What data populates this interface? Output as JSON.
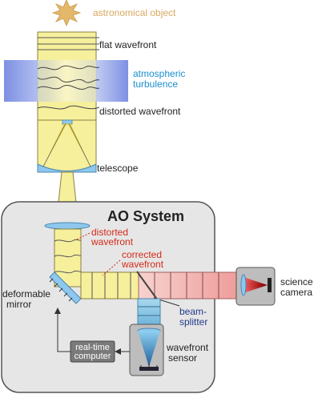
{
  "labels": {
    "astronomical_object": "astronomical object",
    "flat_wavefront": "flat wavefront",
    "atmospheric_turbulence_1": "atmospheric",
    "atmospheric_turbulence_2": "turbulence",
    "distorted_wavefront_top": "distorted wavefront",
    "telescope": "telescope",
    "ao_system": "AO System",
    "distorted_wavefront_1": "distorted",
    "distorted_wavefront_2": "wavefront",
    "corrected_wavefront_1": "corrected",
    "corrected_wavefront_2": "wavefront",
    "science_camera_1": "science",
    "science_camera_2": "camera",
    "deformable_mirror_1": "deformable",
    "deformable_mirror_2": "mirror",
    "beam_splitter_1": "beam-",
    "beam_splitter_2": "splitter",
    "real_time_computer_1": "real-time",
    "real_time_computer_2": "computer",
    "wavefront_sensor_1": "wavefront",
    "wavefront_sensor_2": "sensor"
  },
  "colors": {
    "star": "#e3b86a",
    "star_label": "#d9a860",
    "beam_yellow": "#f6ef9c",
    "beam_stroke": "#8a8040",
    "turbulence_blue": "#6f84e0",
    "turbulence_label": "#1b8fd0",
    "ao_box_fill": "#e6e6e6",
    "ao_box_stroke": "#555555",
    "red_label": "#d42a1a",
    "beam_red": "#f2a8a6",
    "beam_blue": "#9cd0e8",
    "lens": "#8fc8ee",
    "computer_box": "#7a7a7a",
    "dark_text": "#222222"
  }
}
